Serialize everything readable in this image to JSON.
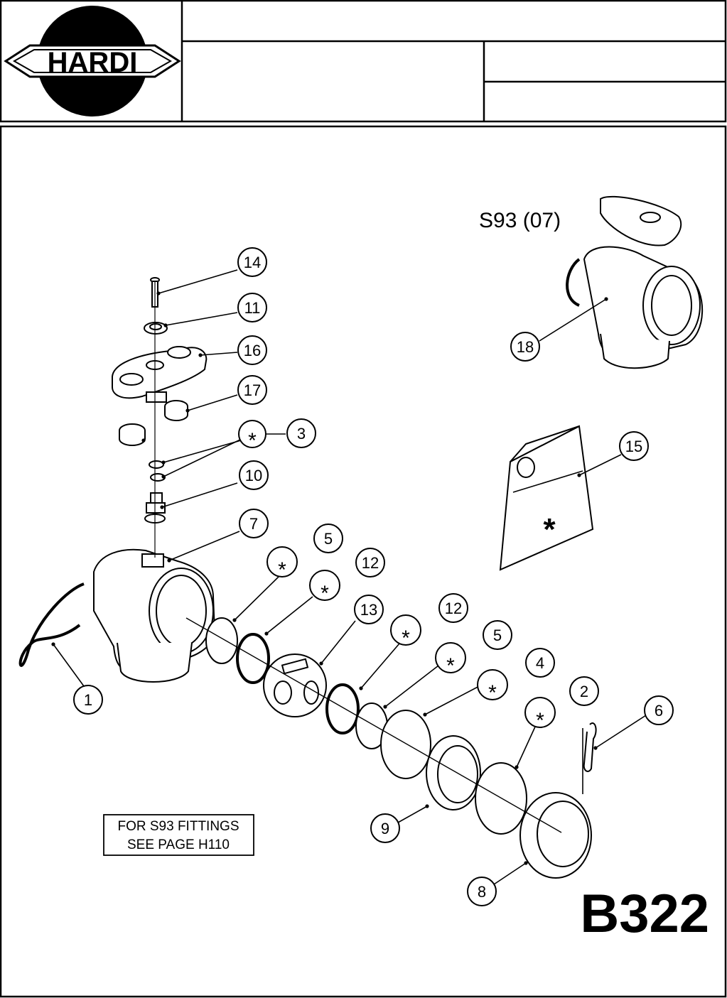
{
  "brand": {
    "logo_text": "HARDI"
  },
  "header": {
    "title": "",
    "field_a": "",
    "field_b": "",
    "field_c": ""
  },
  "sheet": {
    "page_code": "B322",
    "subassembly_label": "S93 (07)"
  },
  "note": {
    "line1": "FOR S93 FITTINGS",
    "line2": "SEE PAGE H110"
  },
  "callouts": [
    {
      "num": "1"
    },
    {
      "num": "2"
    },
    {
      "num": "3"
    },
    {
      "num": "4"
    },
    {
      "num": "5"
    },
    {
      "num": "5"
    },
    {
      "num": "6"
    },
    {
      "num": "7"
    },
    {
      "num": "8"
    },
    {
      "num": "9"
    },
    {
      "num": "10"
    },
    {
      "num": "11"
    },
    {
      "num": "12"
    },
    {
      "num": "12"
    },
    {
      "num": "13"
    },
    {
      "num": "14"
    },
    {
      "num": "15"
    },
    {
      "num": "16"
    },
    {
      "num": "17"
    },
    {
      "num": "18"
    }
  ],
  "kit_marker": "*"
}
